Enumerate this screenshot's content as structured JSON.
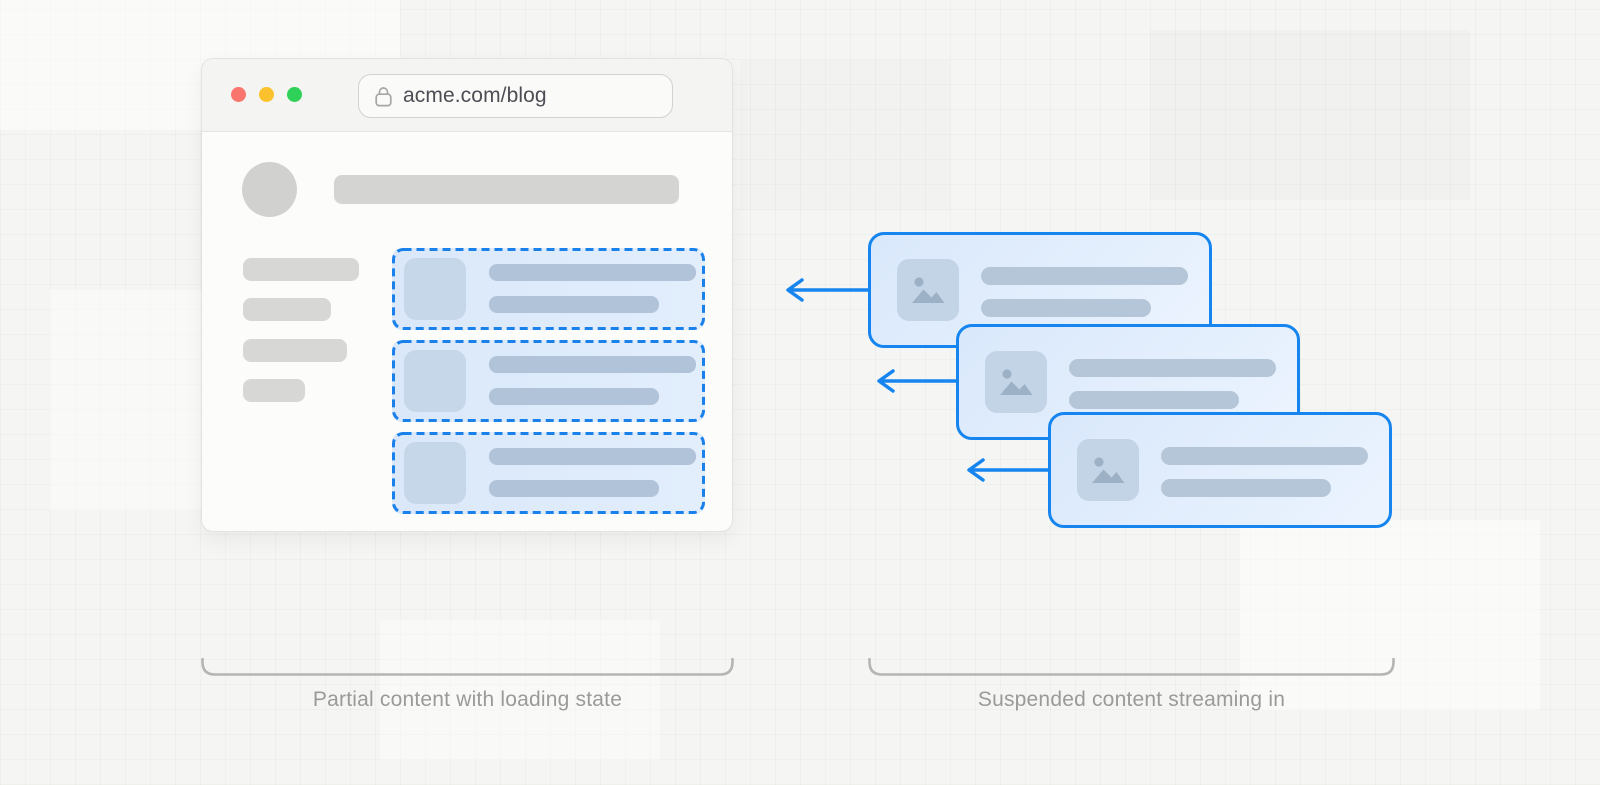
{
  "diagram": {
    "left_panel": {
      "caption": "Partial content with loading state",
      "browser": {
        "url": "acme.com/blog",
        "traffic_lights": [
          {
            "name": "close-light",
            "color": "#F8766E"
          },
          {
            "name": "minimize-light",
            "color": "#FBC22E"
          },
          {
            "name": "maximize-light",
            "color": "#2FD158"
          }
        ],
        "loading_card_count": 3,
        "sidebar_skeleton_bar_count": 4
      }
    },
    "right_panel": {
      "caption": "Suspended content streaming in",
      "streaming_card_count": 3
    },
    "icons": [
      "lock-icon",
      "image-placeholder-icon",
      "stream-arrow-icon"
    ],
    "colors": {
      "accent_blue": "#1685F0",
      "loading_card_fill": "#DCE9FA",
      "streaming_card_fill": "#E0EBFC",
      "skeleton_gray": "#D6D6D5",
      "skeleton_blue": "#B4C5D9",
      "thumbnail_blue": "#C5D5E8",
      "caption_gray": "#9A9A98",
      "background": "#F5F5F3"
    }
  }
}
